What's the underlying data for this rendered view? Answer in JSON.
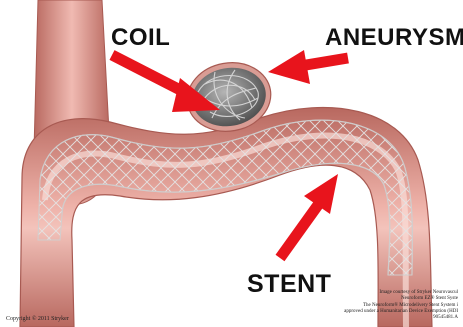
{
  "labels": {
    "coil": "COIL",
    "aneurysm": "ANEURYSM",
    "stent": "STENT"
  },
  "credits": {
    "copyright": "Copyright © 2011 Stryker",
    "lines": [
      "Image courtesy of Stryker Neurovascul",
      "Neuroform EZ® Stent Syste",
      "The Neuroform® Microdelivery Stent System i",
      "approved under a Humanitarian Device Exemption (HDI",
      "90545481.A"
    ]
  },
  "colors": {
    "arrow": "#e8141c",
    "vessel_outer": "#c97f78",
    "vessel_inner": "#e9aaa2",
    "vessel_highlight": "#f8d9d3",
    "coil": "#8a8a8a",
    "stent_wire": "#d9d9d9"
  }
}
